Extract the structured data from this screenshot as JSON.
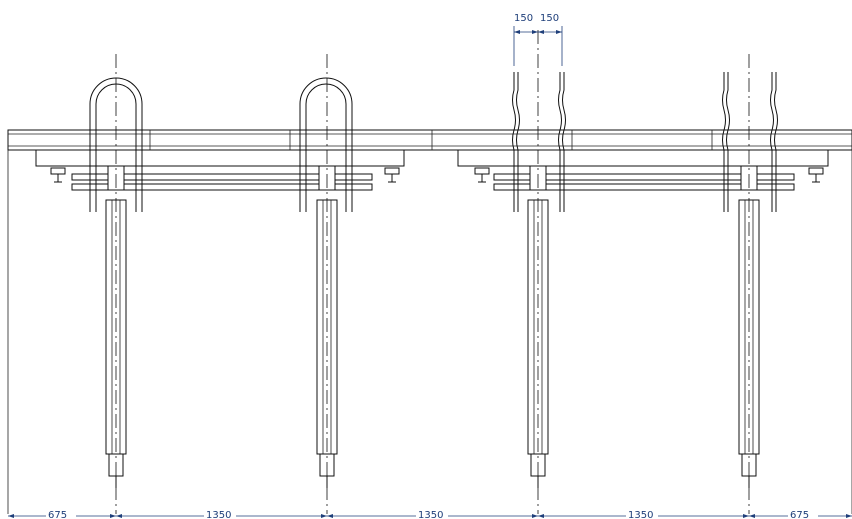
{
  "dimensions": {
    "top_left": "150",
    "top_right": "150",
    "bottom": [
      "675",
      "1350",
      "1350",
      "1350",
      "675"
    ]
  }
}
